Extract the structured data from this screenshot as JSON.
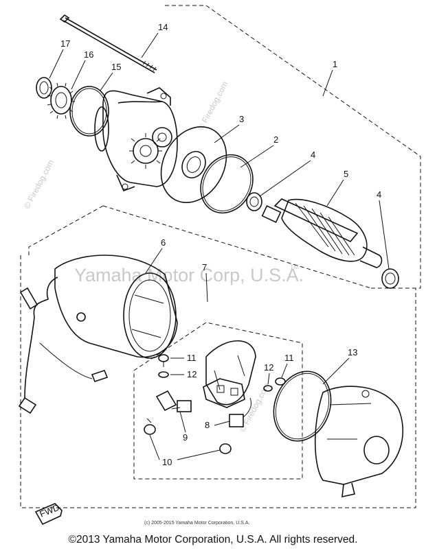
{
  "watermark": {
    "main": "Yamaha Motor Corp, U.S.A.",
    "tm": "TM",
    "site": "© Firedog.com"
  },
  "fwd_label": "FWD",
  "small_copyright": "(c) 2005-2015 Yamaha Motor Corporation, U.S.A.",
  "footer": "©2013 Yamaha Motor Corporation, U.S.A. All rights reserved.",
  "callouts": [
    "1",
    "2",
    "3",
    "4",
    "5",
    "4",
    "6",
    "7",
    "8",
    "9",
    "10",
    "11",
    "11",
    "12",
    "12",
    "13",
    "14",
    "15",
    "16",
    "17"
  ]
}
